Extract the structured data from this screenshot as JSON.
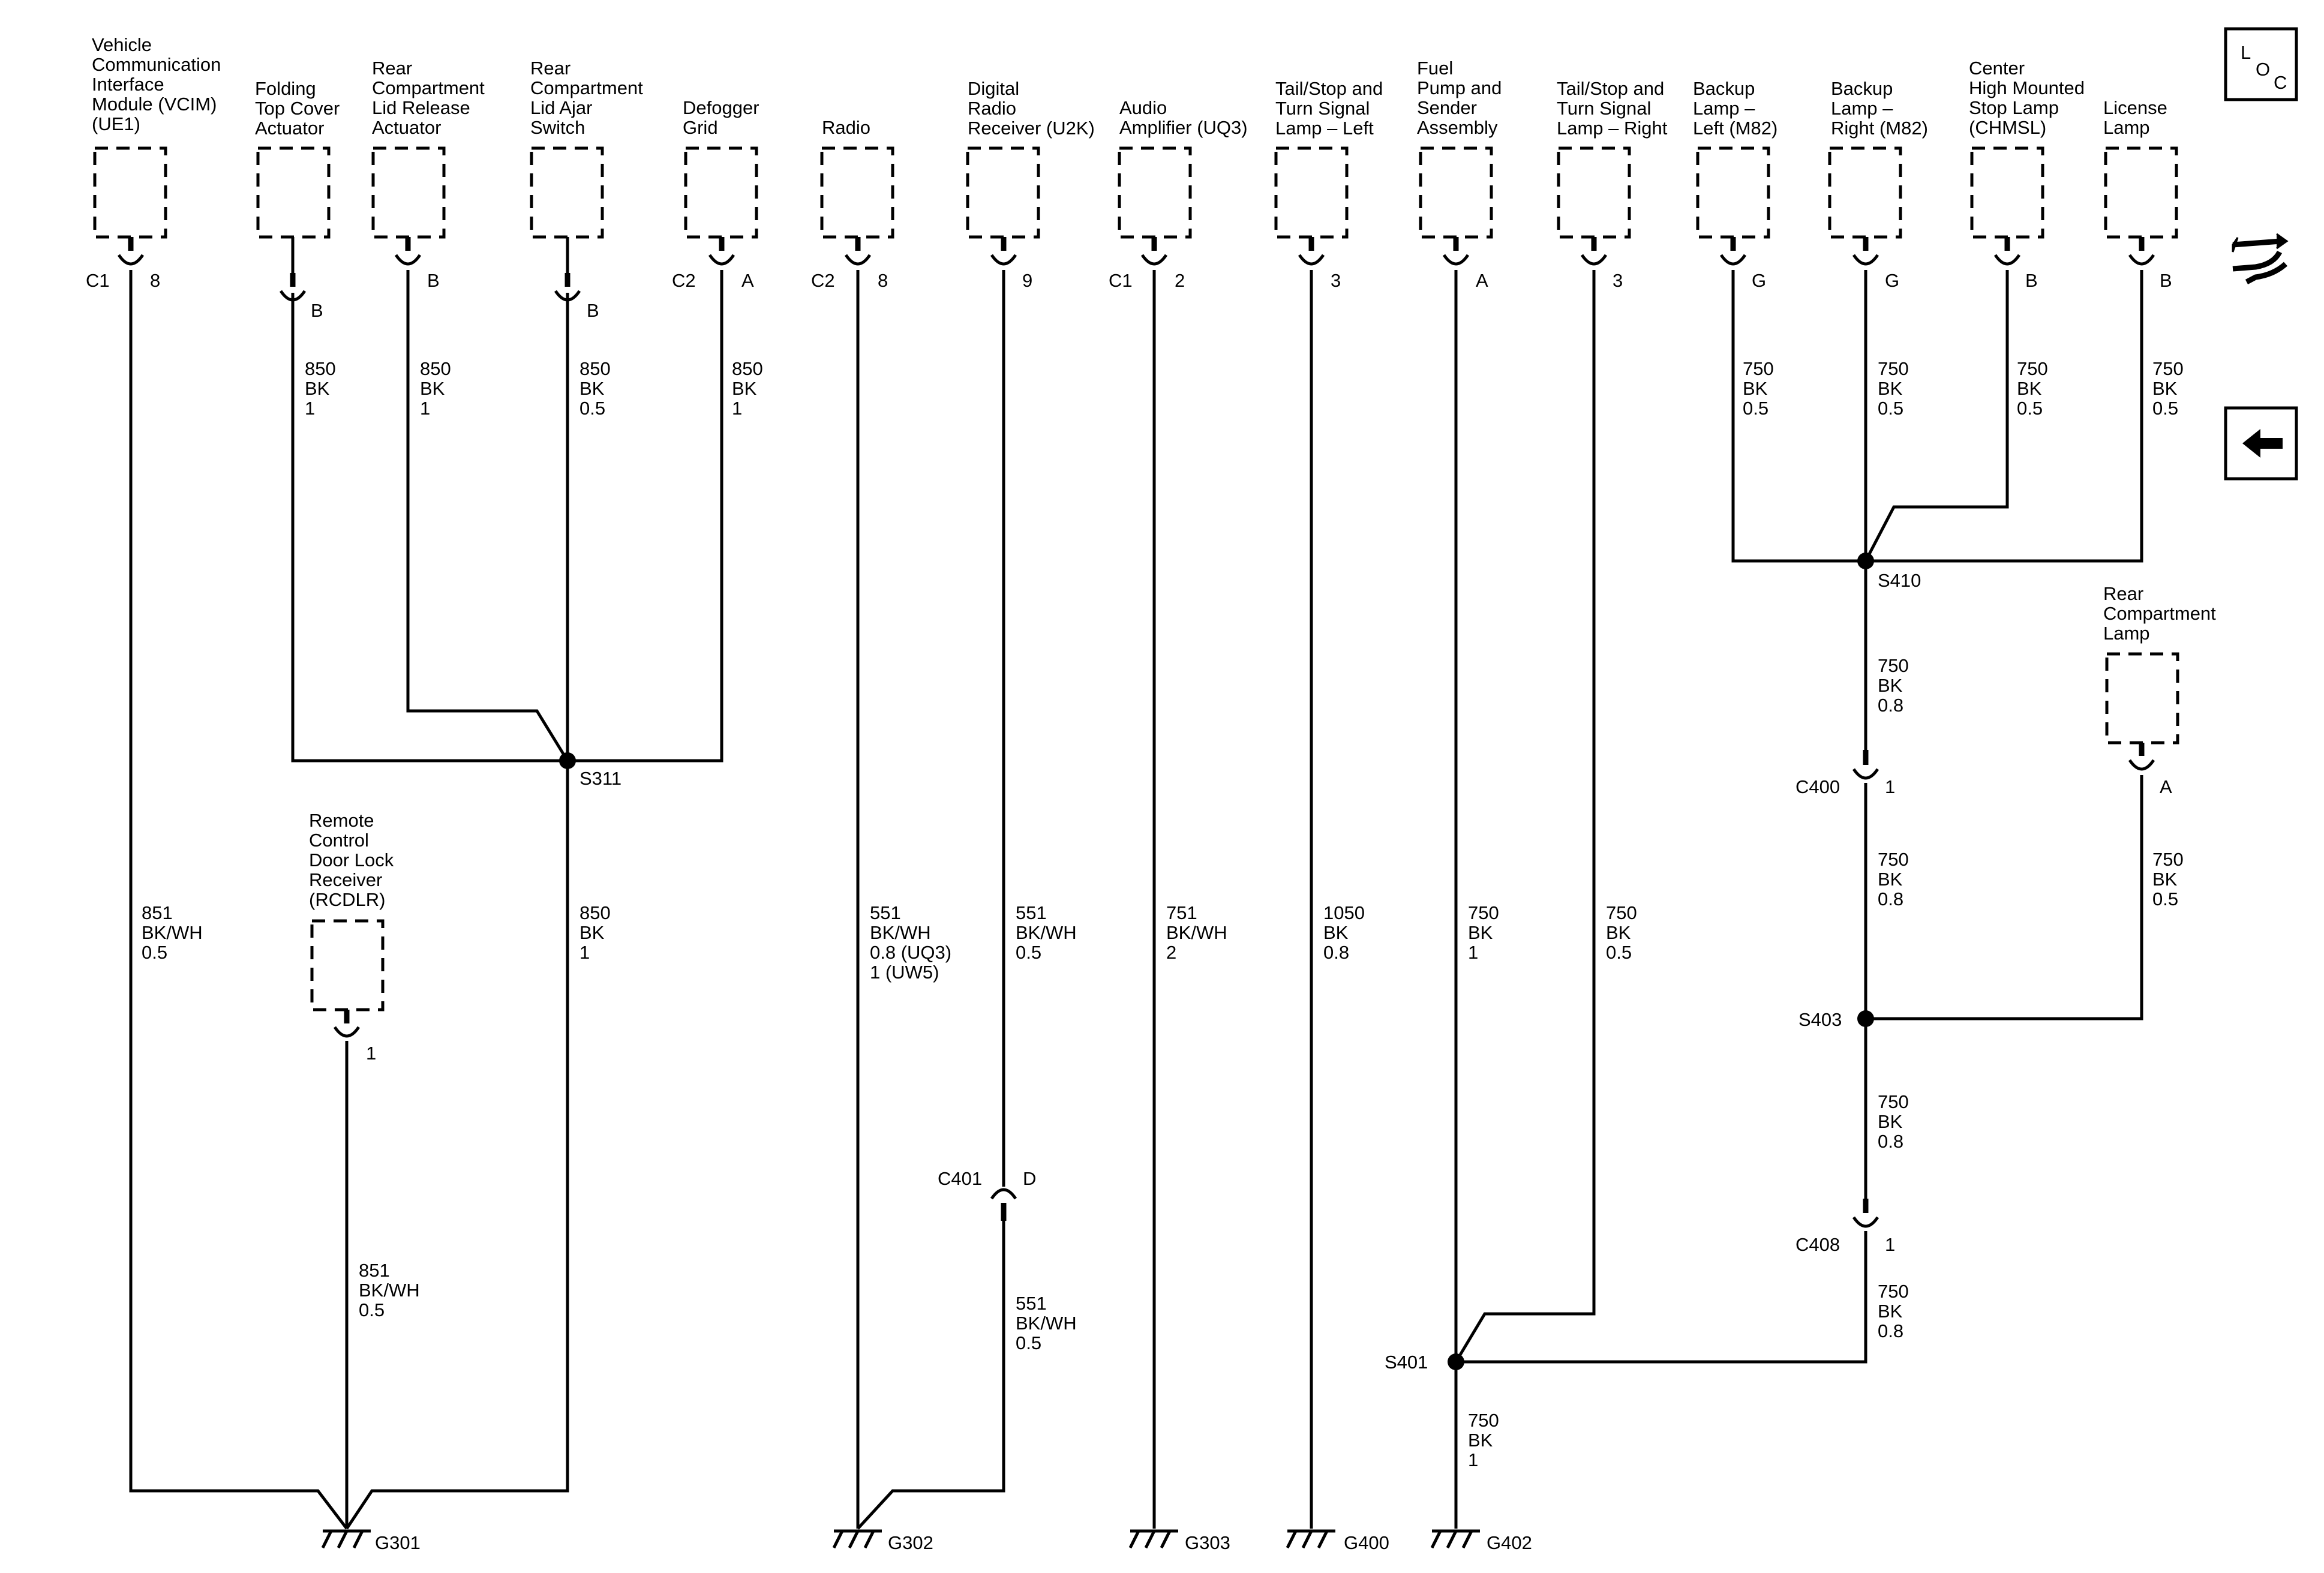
{
  "components": {
    "vcim": [
      "Vehicle",
      "Communication",
      "Interface",
      "Module (VCIM)",
      "(UE1)"
    ],
    "folding": [
      "Folding",
      "Top Cover",
      "Actuator"
    ],
    "rclr": [
      "Rear",
      "Compartment",
      "Lid Release",
      "Actuator"
    ],
    "rclas": [
      "Rear",
      "Compartment",
      "Lid Ajar",
      "Switch"
    ],
    "defog": [
      "Defogger",
      "Grid"
    ],
    "radio": [
      "Radio"
    ],
    "drr": [
      "Digital",
      "Radio",
      "Receiver (U2K)"
    ],
    "amp": [
      "Audio",
      "Amplifier (UQ3)"
    ],
    "tsl": [
      "Tail/Stop and",
      "Turn Signal",
      "Lamp – Left"
    ],
    "fuel": [
      "Fuel",
      "Pump and",
      "Sender",
      "Assembly"
    ],
    "tsr": [
      "Tail/Stop and",
      "Turn Signal",
      "Lamp – Right"
    ],
    "bul": [
      "Backup",
      "Lamp –",
      "Left (M82)"
    ],
    "bur": [
      "Backup",
      "Lamp –",
      "Right (M82)"
    ],
    "chmsl": [
      "Center",
      "High Mounted",
      "Stop Lamp",
      "(CHMSL)"
    ],
    "lic": [
      "License",
      "Lamp"
    ],
    "rcl": [
      "Rear",
      "Compartment",
      "Lamp"
    ],
    "rcdlr": [
      "Remote",
      "Control",
      "Door Lock",
      "Receiver",
      "(RCDLR)"
    ]
  },
  "pins": {
    "vcim_conn": "C1",
    "vcim_pin": "8",
    "folding_pin": "B",
    "rclr_pin": "B",
    "rclas_pin": "B",
    "defog_conn": "C2",
    "defog_pin": "A",
    "radio_conn": "C2",
    "radio_pin": "8",
    "drr_pin": "9",
    "amp_conn": "C1",
    "amp_pin": "2",
    "tsl_pin": "3",
    "fuel_pin": "A",
    "tsr_pin": "3",
    "bul_pin": "G",
    "bur_pin": "G",
    "chmsl_pin": "B",
    "lic_pin": "B",
    "rcl_pin": "A",
    "rcdlr_pin": "1",
    "c400_name": "C400",
    "c400_pin": "1",
    "c408_name": "C408",
    "c408_pin": "1",
    "c401_name": "C401",
    "c401_pin": "D"
  },
  "wires": {
    "folding": [
      "850",
      "BK",
      "1"
    ],
    "rclr": [
      "850",
      "BK",
      "1"
    ],
    "rclas": [
      "850",
      "BK",
      "0.5"
    ],
    "defog": [
      "850",
      "BK",
      "1"
    ],
    "s311_down": [
      "850",
      "BK",
      "1"
    ],
    "vcim": [
      "851",
      "BK/WH",
      "0.5"
    ],
    "rcdlr": [
      "851",
      "BK/WH",
      "0.5"
    ],
    "radio": [
      "551",
      "BK/WH",
      "0.8 (UQ3)",
      "1 (UW5)"
    ],
    "drr_upper": [
      "551",
      "BK/WH",
      "0.5"
    ],
    "drr_lower": [
      "551",
      "BK/WH",
      "0.5"
    ],
    "amp": [
      "751",
      "BK/WH",
      "2"
    ],
    "tsl": [
      "1050",
      "BK",
      "0.8"
    ],
    "fuel": [
      "750",
      "BK",
      "1"
    ],
    "tsr": [
      "750",
      "BK",
      "0.5"
    ],
    "bul": [
      "750",
      "BK",
      "0.5"
    ],
    "bur": [
      "750",
      "BK",
      "0.5"
    ],
    "chmsl": [
      "750",
      "BK",
      "0.5"
    ],
    "lic": [
      "750",
      "BK",
      "0.5"
    ],
    "s410_c400": [
      "750",
      "BK",
      "0.8"
    ],
    "c400_s403": [
      "750",
      "BK",
      "0.8"
    ],
    "s403_c408": [
      "750",
      "BK",
      "0.8"
    ],
    "c408_s401": [
      "750",
      "BK",
      "0.8"
    ],
    "rcl": [
      "750",
      "BK",
      "0.5"
    ],
    "s401_g402": [
      "750",
      "BK",
      "1"
    ]
  },
  "splices": {
    "s311": "S311",
    "s410": "S410",
    "s403": "S403",
    "s401": "S401"
  },
  "grounds": {
    "g301": "G301",
    "g302": "G302",
    "g303": "G303",
    "g400": "G400",
    "g402": "G402"
  },
  "controls": {
    "loc": {
      "letters": [
        "L",
        "O",
        "C"
      ]
    }
  },
  "icons": {
    "loc": "location-view-icon",
    "connector": "connector-end-view-icon",
    "back": "back-arrow-icon"
  },
  "colors": {
    "ink": "#000000",
    "background": "#ffffff"
  }
}
